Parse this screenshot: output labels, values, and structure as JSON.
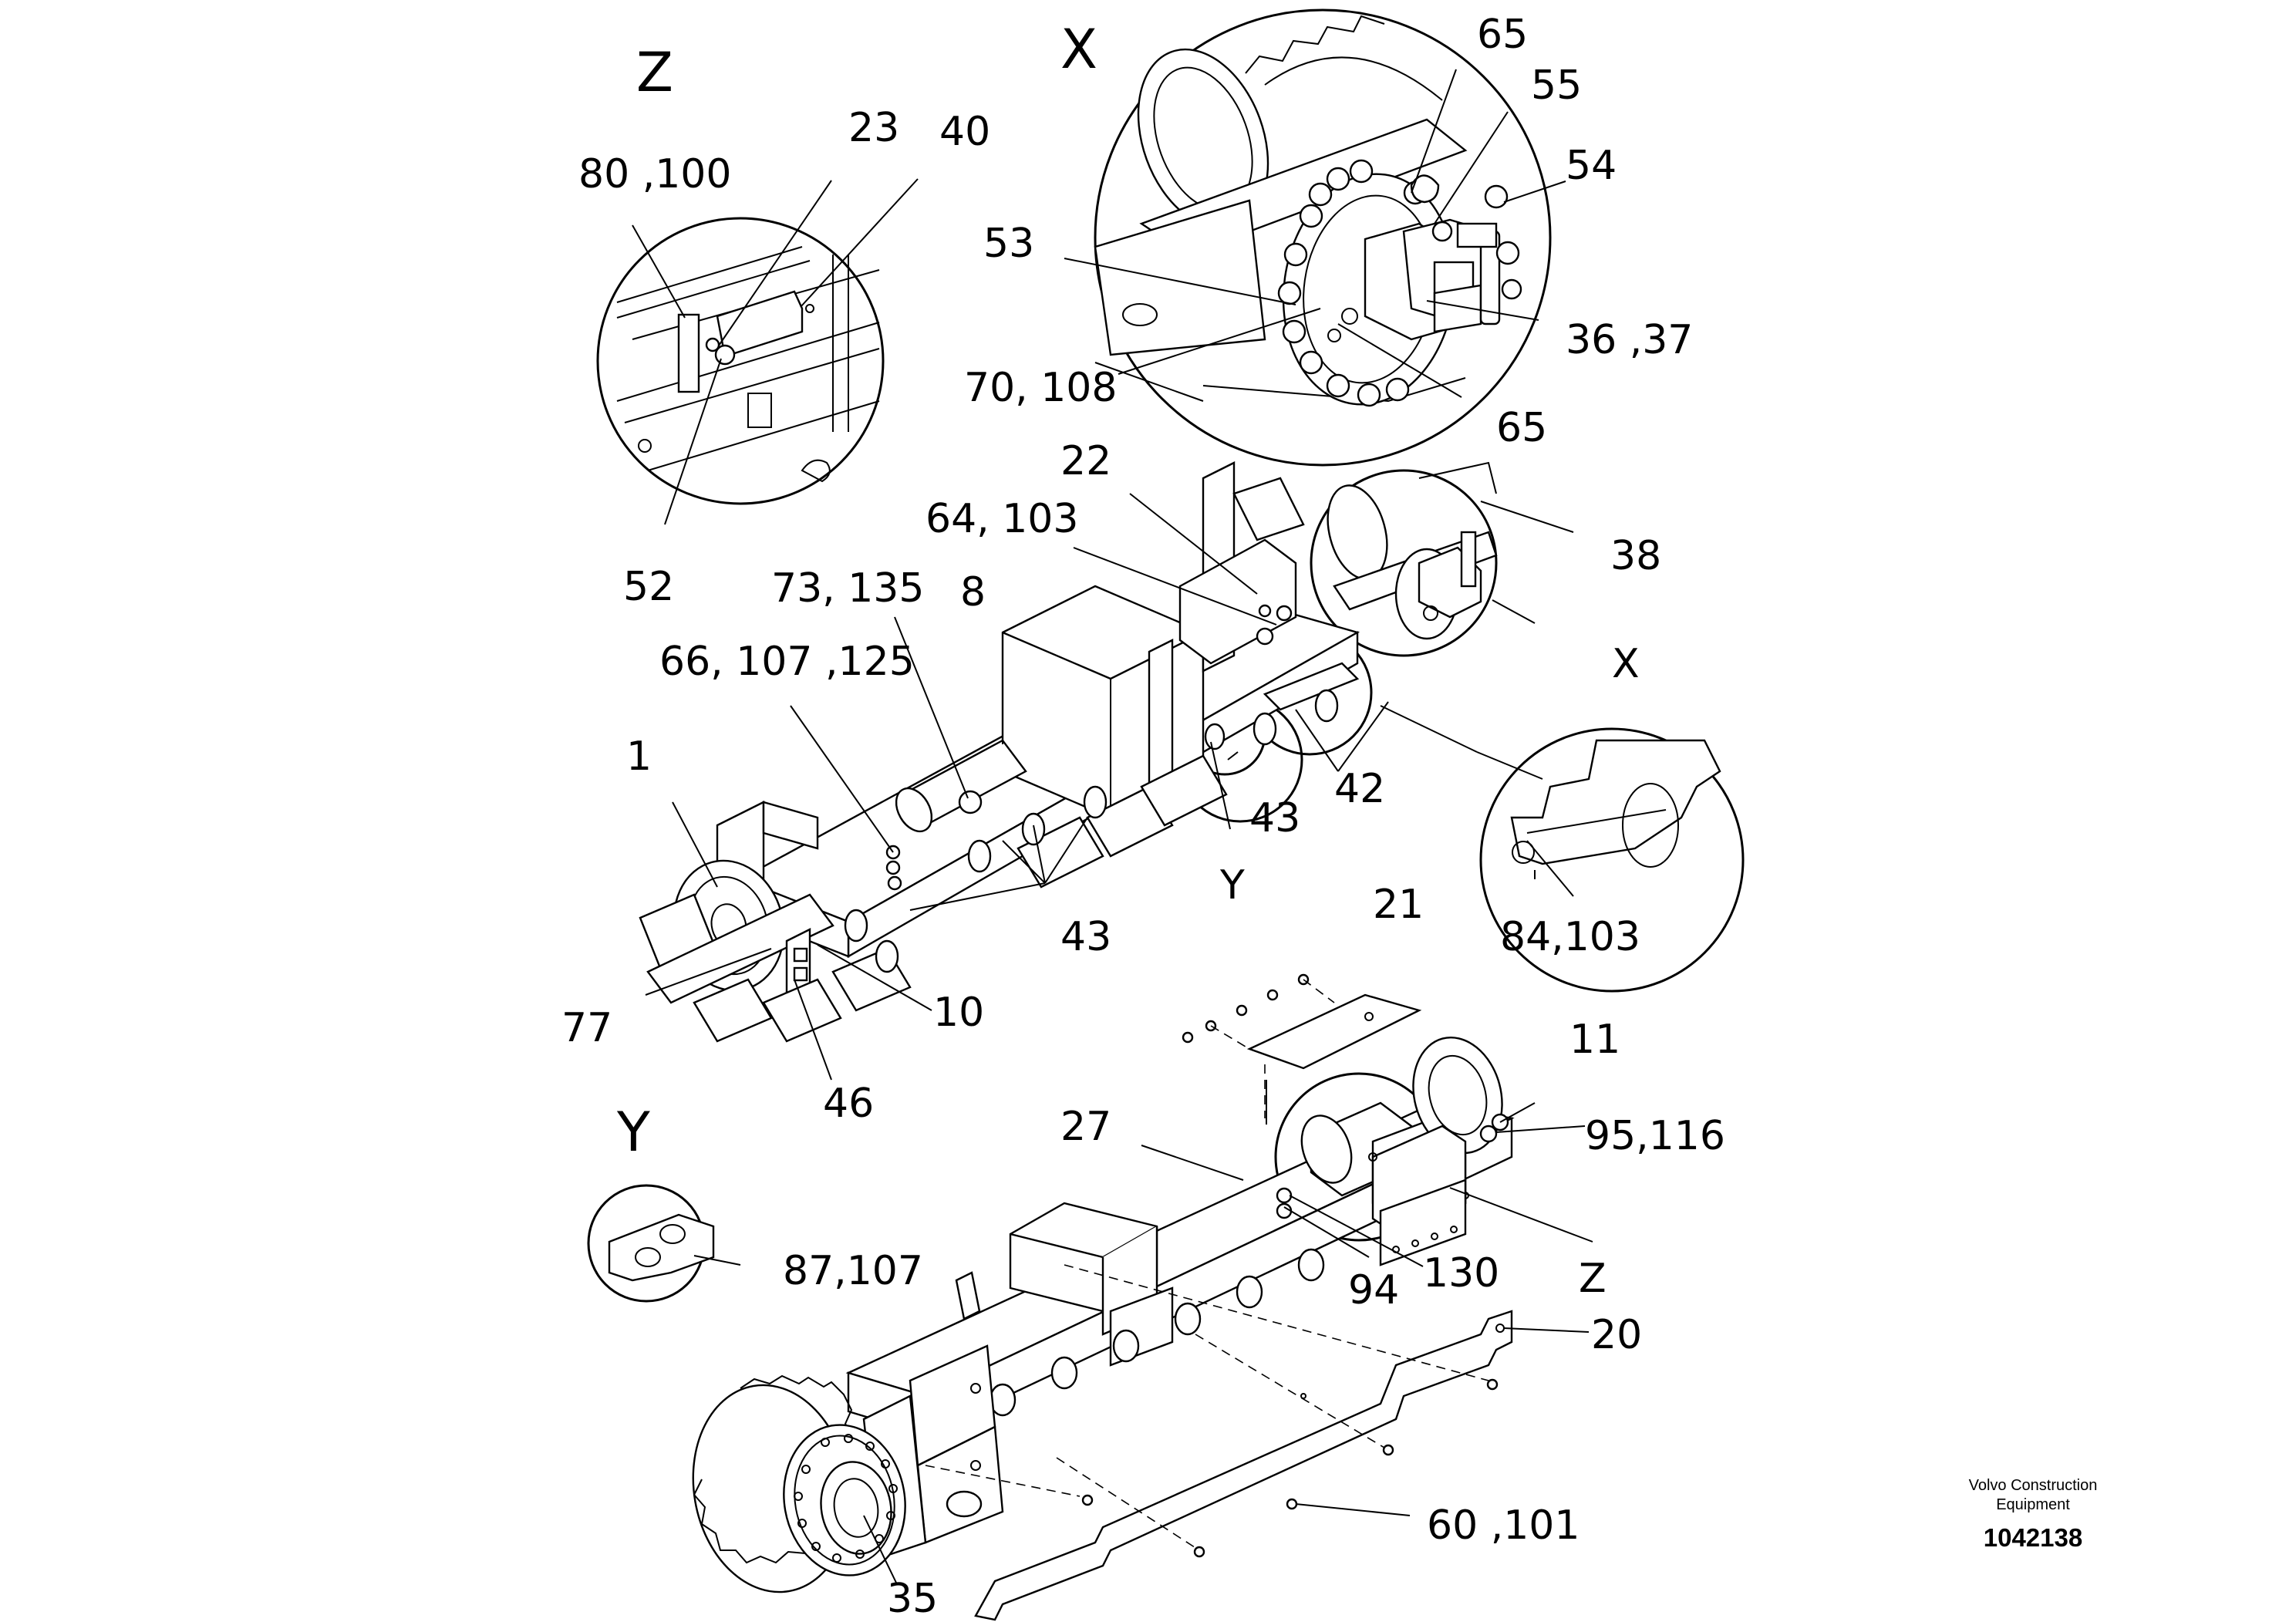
{
  "title_block": {
    "company_line1": "Volvo Construction",
    "company_line2": "Equipment",
    "drawing_number": "1042138"
  },
  "views": {
    "z": "Z",
    "x": "X",
    "y": "Y",
    "x_ref": "X",
    "y_ref": "Y",
    "z_ref": "Z"
  },
  "callouts": {
    "c80_100": "80 ,100",
    "c23": "23",
    "c40": "40",
    "c52": "52",
    "c65a": "65",
    "c55": "55",
    "c54": "54",
    "c53": "53",
    "c36_37": "36 ,37",
    "c70_108": "70, 108",
    "c65b": "65",
    "c22": "22",
    "c64_103": "64, 103",
    "c38": "38",
    "c73_135": "73, 135",
    "c8": "8",
    "c66_107_125": "66, 107 ,125",
    "c1": "1",
    "c42": "42",
    "c43a": "43",
    "c43b": "43",
    "c84_103": "84,103",
    "c21": "21",
    "c77": "77",
    "c10": "10",
    "c46": "46",
    "c11": "11",
    "c95_116": "95,116",
    "c27": "27",
    "c87_107": "87,107",
    "c94": "94",
    "c130": "130",
    "c20": "20",
    "c60_101": "60 ,101",
    "c35": "35"
  }
}
